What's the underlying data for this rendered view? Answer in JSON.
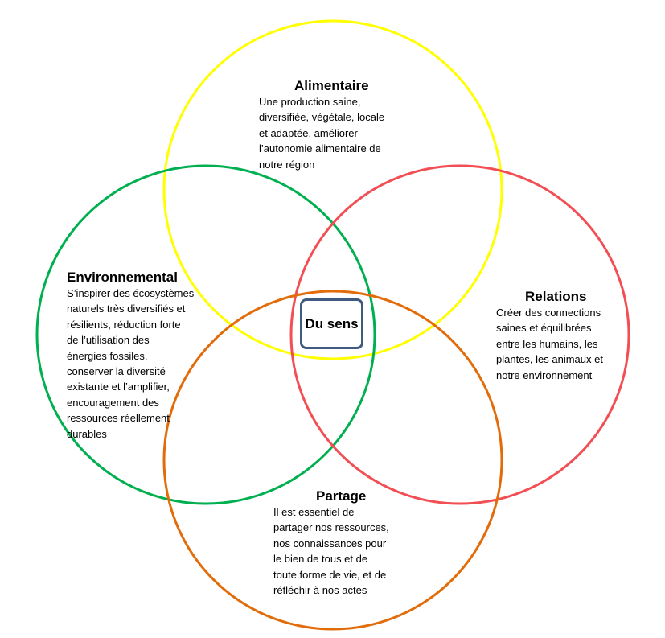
{
  "circles": [
    {
      "id": "alimentaire",
      "color": "#ffff00"
    },
    {
      "id": "environnemental",
      "color": "#00b050"
    },
    {
      "id": "relations",
      "color": "#f24f55"
    },
    {
      "id": "partage",
      "color": "#e36c0a"
    }
  ],
  "center_label": "Du sens",
  "center_border_color": "#3f5c80",
  "sections": {
    "alimentaire": {
      "title": "Alimentaire",
      "text": "Une production  saine,\ndiversifiée, végétale, locale\net adaptée, améliorer\nl’autonomie alimentaire de\nnotre région"
    },
    "environnemental": {
      "title": "Environnemental",
      "text": "S’inspirer des écosystèmes\nnaturels très diversifiés et\nrésilients, réduction forte\nde l’utilisation des\nénergies fossiles,\nconserver la diversité\nexistante et l’amplifier,\nencouragement des\nressources réellement\ndurables"
    },
    "relations": {
      "title": "Relations",
      "text": "Créer des connections\nsaines et équilibrées\nentre les humains,  les\nplantes, les animaux et\nnotre environnement"
    },
    "partage": {
      "title": "Partage",
      "text": "Il est essentiel  de\npartager nos ressources,\nnos connaissances pour\nle bien de tous et de\ntoute forme de vie, et de\nréfléchir à nos actes"
    }
  }
}
